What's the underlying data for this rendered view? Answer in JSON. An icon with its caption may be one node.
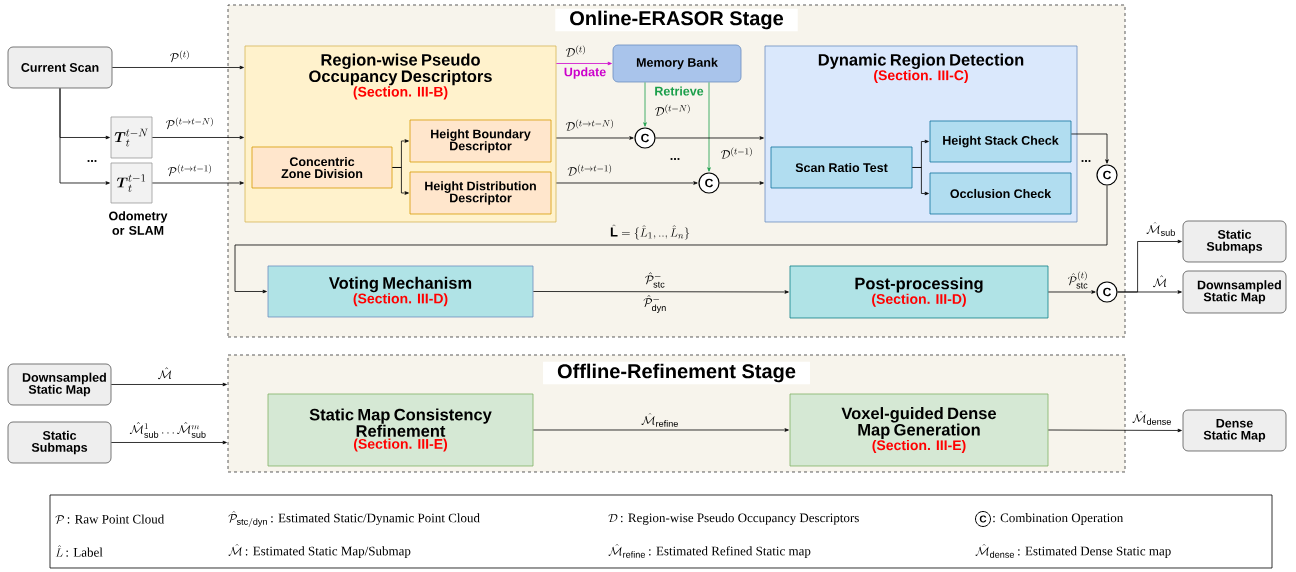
{
  "diagram": {
    "nodes": [
      {
        "text": [
          "Online-ERASOR Stage"
        ]
      },
      {
        "text": [
          "Current Scan"
        ]
      },
      {
        "text": [
          "\\boldsymbol{T}_t^{t-N}"
        ]
      },
      {
        "text": [
          "\\boldsymbol{T}_t^{t-1}"
        ]
      },
      {
        "text": [
          "Region-wise Pseudo Occupancy Descriptors",
          "(Section. III-B)"
        ],
        "in": 0
      },
      {
        "text": [
          "Concentric Zone Division"
        ],
        "in": 4
      },
      {
        "text": [
          "Height Boundary Descriptor"
        ],
        "in": 4
      },
      {
        "text": [
          "Height Distribution Descriptor"
        ],
        "in": 4
      },
      {
        "text": [
          "Memory Bank"
        ],
        "in": 0
      },
      {
        "text": [
          "C"
        ],
        "in": 0
      },
      {
        "text": [
          "C"
        ],
        "in": 0
      },
      {
        "text": [
          "Dynamic Region Detection",
          "(Section. III-C)"
        ],
        "in": 0
      },
      {
        "text": [
          "Scan Ratio Test"
        ],
        "in": 11
      },
      {
        "text": [
          "Height Stack Check"
        ],
        "in": 11
      },
      {
        "text": [
          "Occlusion Check"
        ],
        "in": 11
      },
      {
        "text": [
          "C"
        ],
        "in": 0
      },
      {
        "text": [
          "Voting Mechanism",
          "(Section. III-D)"
        ],
        "in": 0
      },
      {
        "text": [
          "Post-processing",
          "(Section. III-D)"
        ],
        "in": 0
      },
      {
        "text": [
          "C"
        ],
        "in": 0
      },
      {
        "text": [
          "Static Submaps"
        ]
      },
      {
        "text": [
          "Downsampled Static Map"
        ]
      },
      {
        "text": [
          "Offline-Refinement Stage"
        ]
      },
      {
        "text": [
          "Downsampled Static Map"
        ]
      },
      {
        "text": [
          "Static Submaps"
        ]
      },
      {
        "text": [
          "Static Map Consistency Refinement",
          "(Section. III-E)"
        ],
        "in": 21
      },
      {
        "text": [
          "Voxel-guided Dense Map Generation",
          "(Section. III-E)"
        ],
        "in": 21
      },
      {
        "text": [
          "Dense Static Map"
        ]
      }
    ],
    "edges": [
      {
        "from": 1,
        "to": 4,
        "arrow": "to",
        "label": "\\mathcal{P}^{(t)}"
      },
      {
        "from": 1,
        "to": 2,
        "arrow": "to"
      },
      {
        "from": 1,
        "to": 3,
        "arrow": "to"
      },
      {
        "from": 2,
        "to": 4,
        "arrow": "to",
        "label": "\\mathcal{P}^{(t\\rightarrow t-N)}"
      },
      {
        "from": 3,
        "to": 4,
        "arrow": "to",
        "label": "\\mathcal{P}^{(t\\rightarrow t-1)}"
      },
      {
        "from": 5,
        "to": 6,
        "arrow": "to"
      },
      {
        "from": 5,
        "to": 7,
        "arrow": "to"
      },
      {
        "from": 4,
        "to": 8,
        "arrow": "to",
        "label": "\\mathcal{D}^{(t)}",
        "color": "#cc00cc"
      },
      {
        "from": 8,
        "to": 9,
        "arrow": "to",
        "label": "\\mathcal{D}^{(t-N)}",
        "color": "#1a9e4a"
      },
      {
        "from": 8,
        "to": 10,
        "arrow": "to",
        "label": "\\mathcal{D}^{(t-1)}",
        "color": "#1a9e4a"
      },
      {
        "from": 4,
        "to": 9,
        "arrow": "to",
        "label": "\\mathcal{D}^{(t\\rightarrow t-N)}"
      },
      {
        "from": 4,
        "to": 10,
        "arrow": "to",
        "label": "\\mathcal{D}^{(t\\rightarrow t-1)}"
      },
      {
        "from": 9,
        "to": 11,
        "arrow": "to"
      },
      {
        "from": 10,
        "to": 11,
        "arrow": "to"
      },
      {
        "from": 12,
        "to": 13,
        "arrow": "to"
      },
      {
        "from": 12,
        "to": 14,
        "arrow": "to"
      },
      {
        "from": 13,
        "to": 15,
        "arrow": "to"
      },
      {
        "from": 15,
        "to": 16,
        "arrow": "to",
        "label": "\\hat{\\mathbf{L}} = \\{\\hat{L}_1, .., \\hat{L}_n\\}"
      },
      {
        "from": 16,
        "to": 17,
        "arrow": "to",
        "label": "\\hat{\\mathcal{P}}^{-}_{\\mathrm{stc}}"
      },
      {
        "from": 17,
        "to": 18,
        "arrow": "to",
        "label": "\\hat{\\mathcal{P}}^{(t)}_{\\mathrm{stc}}"
      },
      {
        "from": 18,
        "to": 19,
        "arrow": "to",
        "label": "\\hat{\\mathcal{M}}_{\\mathrm{sub}}"
      },
      {
        "from": 18,
        "to": 20,
        "arrow": "to",
        "label": "\\hat{\\mathcal{M}}"
      },
      {
        "from": 22,
        "to": 21,
        "arrow": "to",
        "label": "\\hat{\\mathcal{M}}"
      },
      {
        "from": 23,
        "to": 21,
        "arrow": "to",
        "label": "\\hat{\\mathcal{M}}^{1}_{\\mathrm{sub}}\\ldots\\hat{\\mathcal{M}}^{m}_{\\mathrm{sub}}"
      },
      {
        "from": 24,
        "to": 25,
        "arrow": "to",
        "label": "\\hat{\\mathcal{M}}_{\\mathrm{refine}}"
      },
      {
        "from": 25,
        "to": 26,
        "arrow": "to",
        "label": "\\hat{\\mathcal{M}}_{\\mathrm{dense}}"
      }
    ],
    "labels": [
      "...",
      "Odometry or SLAM",
      "Update",
      "Retrieve",
      "...",
      "...",
      "\\hat{\\mathcal{P}}^{-}_{\\mathrm{dyn}}",
      "\\mathcal{P}",
      ": Raw Point Cloud",
      "\\hat{\\mathcal{P}}_{\\mathrm{stc/dyn}}",
      ": Estimated Static/Dynamic Point Cloud",
      "\\mathcal{D}",
      ": Region-wise Pseudo Occupancy Descriptors",
      "C",
      ": Combination Operation",
      "\\hat{L}",
      ": Label",
      "\\hat{\\mathcal{M}}",
      ": Estimated Static Map/Submap",
      "\\hat{\\mathcal{M}}_{\\mathrm{refine}}",
      ": Estimated Refined Static map",
      "\\hat{\\mathcal{M}}_{\\mathrm{dense}}",
      ": Estimated Dense Static map"
    ]
  }
}
